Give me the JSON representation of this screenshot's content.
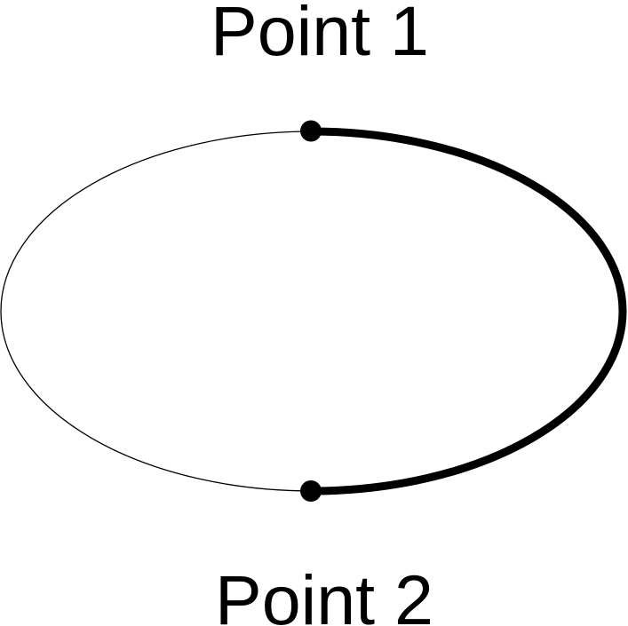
{
  "figure": {
    "background_color": "#ffffff",
    "ink_color": "#000000",
    "labels": {
      "point1": "Point 1",
      "point2": "Point 2"
    },
    "points": [
      {
        "label": "Point 1",
        "marker": "filled-dot",
        "position": "top-vertex-of-ellipse"
      },
      {
        "label": "Point 2",
        "marker": "filled-dot",
        "position": "bottom-vertex-of-ellipse"
      }
    ],
    "arcs": [
      {
        "name": "left-half",
        "weight": "thin"
      },
      {
        "name": "right-half",
        "weight": "thick"
      }
    ]
  }
}
